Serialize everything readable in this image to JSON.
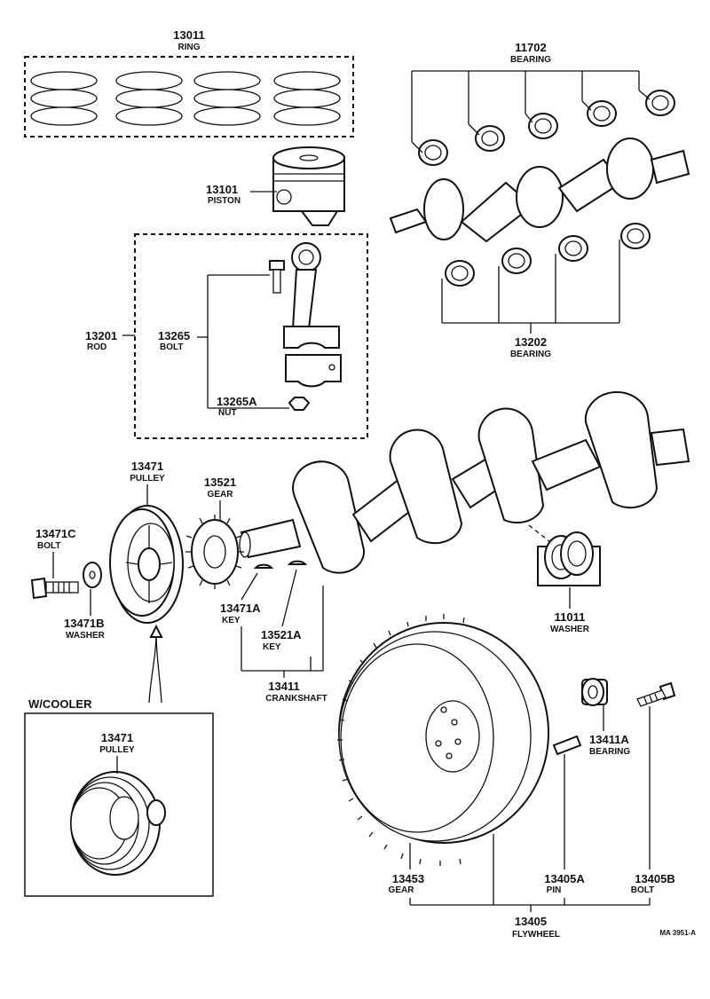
{
  "parts": {
    "ring": {
      "number": "13011",
      "name": "RING"
    },
    "bearing_upper": {
      "number": "11702",
      "name": "BEARING"
    },
    "piston": {
      "number": "13101",
      "name": "PISTON"
    },
    "rod": {
      "number": "13201",
      "name": "ROD"
    },
    "rod_bolt": {
      "number": "13265",
      "name": "BOLT"
    },
    "rod_nut": {
      "number": "13265A",
      "name": "NUT"
    },
    "bearing_lower": {
      "number": "13202",
      "name": "BEARING"
    },
    "pulley": {
      "number": "13471",
      "name": "PULLEY"
    },
    "gear_timing": {
      "number": "13521",
      "name": "GEAR"
    },
    "pulley_bolt": {
      "number": "13471C",
      "name": "BOLT"
    },
    "pulley_washer": {
      "number": "13471B",
      "name": "WASHER"
    },
    "key_a": {
      "number": "13471A",
      "name": "KEY"
    },
    "key_b": {
      "number": "13521A",
      "name": "KEY"
    },
    "crankshaft": {
      "number": "13411",
      "name": "CRANKSHAFT"
    },
    "thrust_washer": {
      "number": "11011",
      "name": "WASHER"
    },
    "cooler_pulley": {
      "number": "13471",
      "name": "PULLEY"
    },
    "flywheel_bearing": {
      "number": "13411A",
      "name": "BEARING"
    },
    "ring_gear": {
      "number": "13453",
      "name": "GEAR"
    },
    "flywheel_pin": {
      "number": "13405A",
      "name": "PIN"
    },
    "flywheel_bolt": {
      "number": "13405B",
      "name": "BOLT"
    },
    "flywheel": {
      "number": "13405",
      "name": "FLYWHEEL"
    }
  },
  "cooler_title": "W/COOLER",
  "drawing_code": "MA 3951-A"
}
